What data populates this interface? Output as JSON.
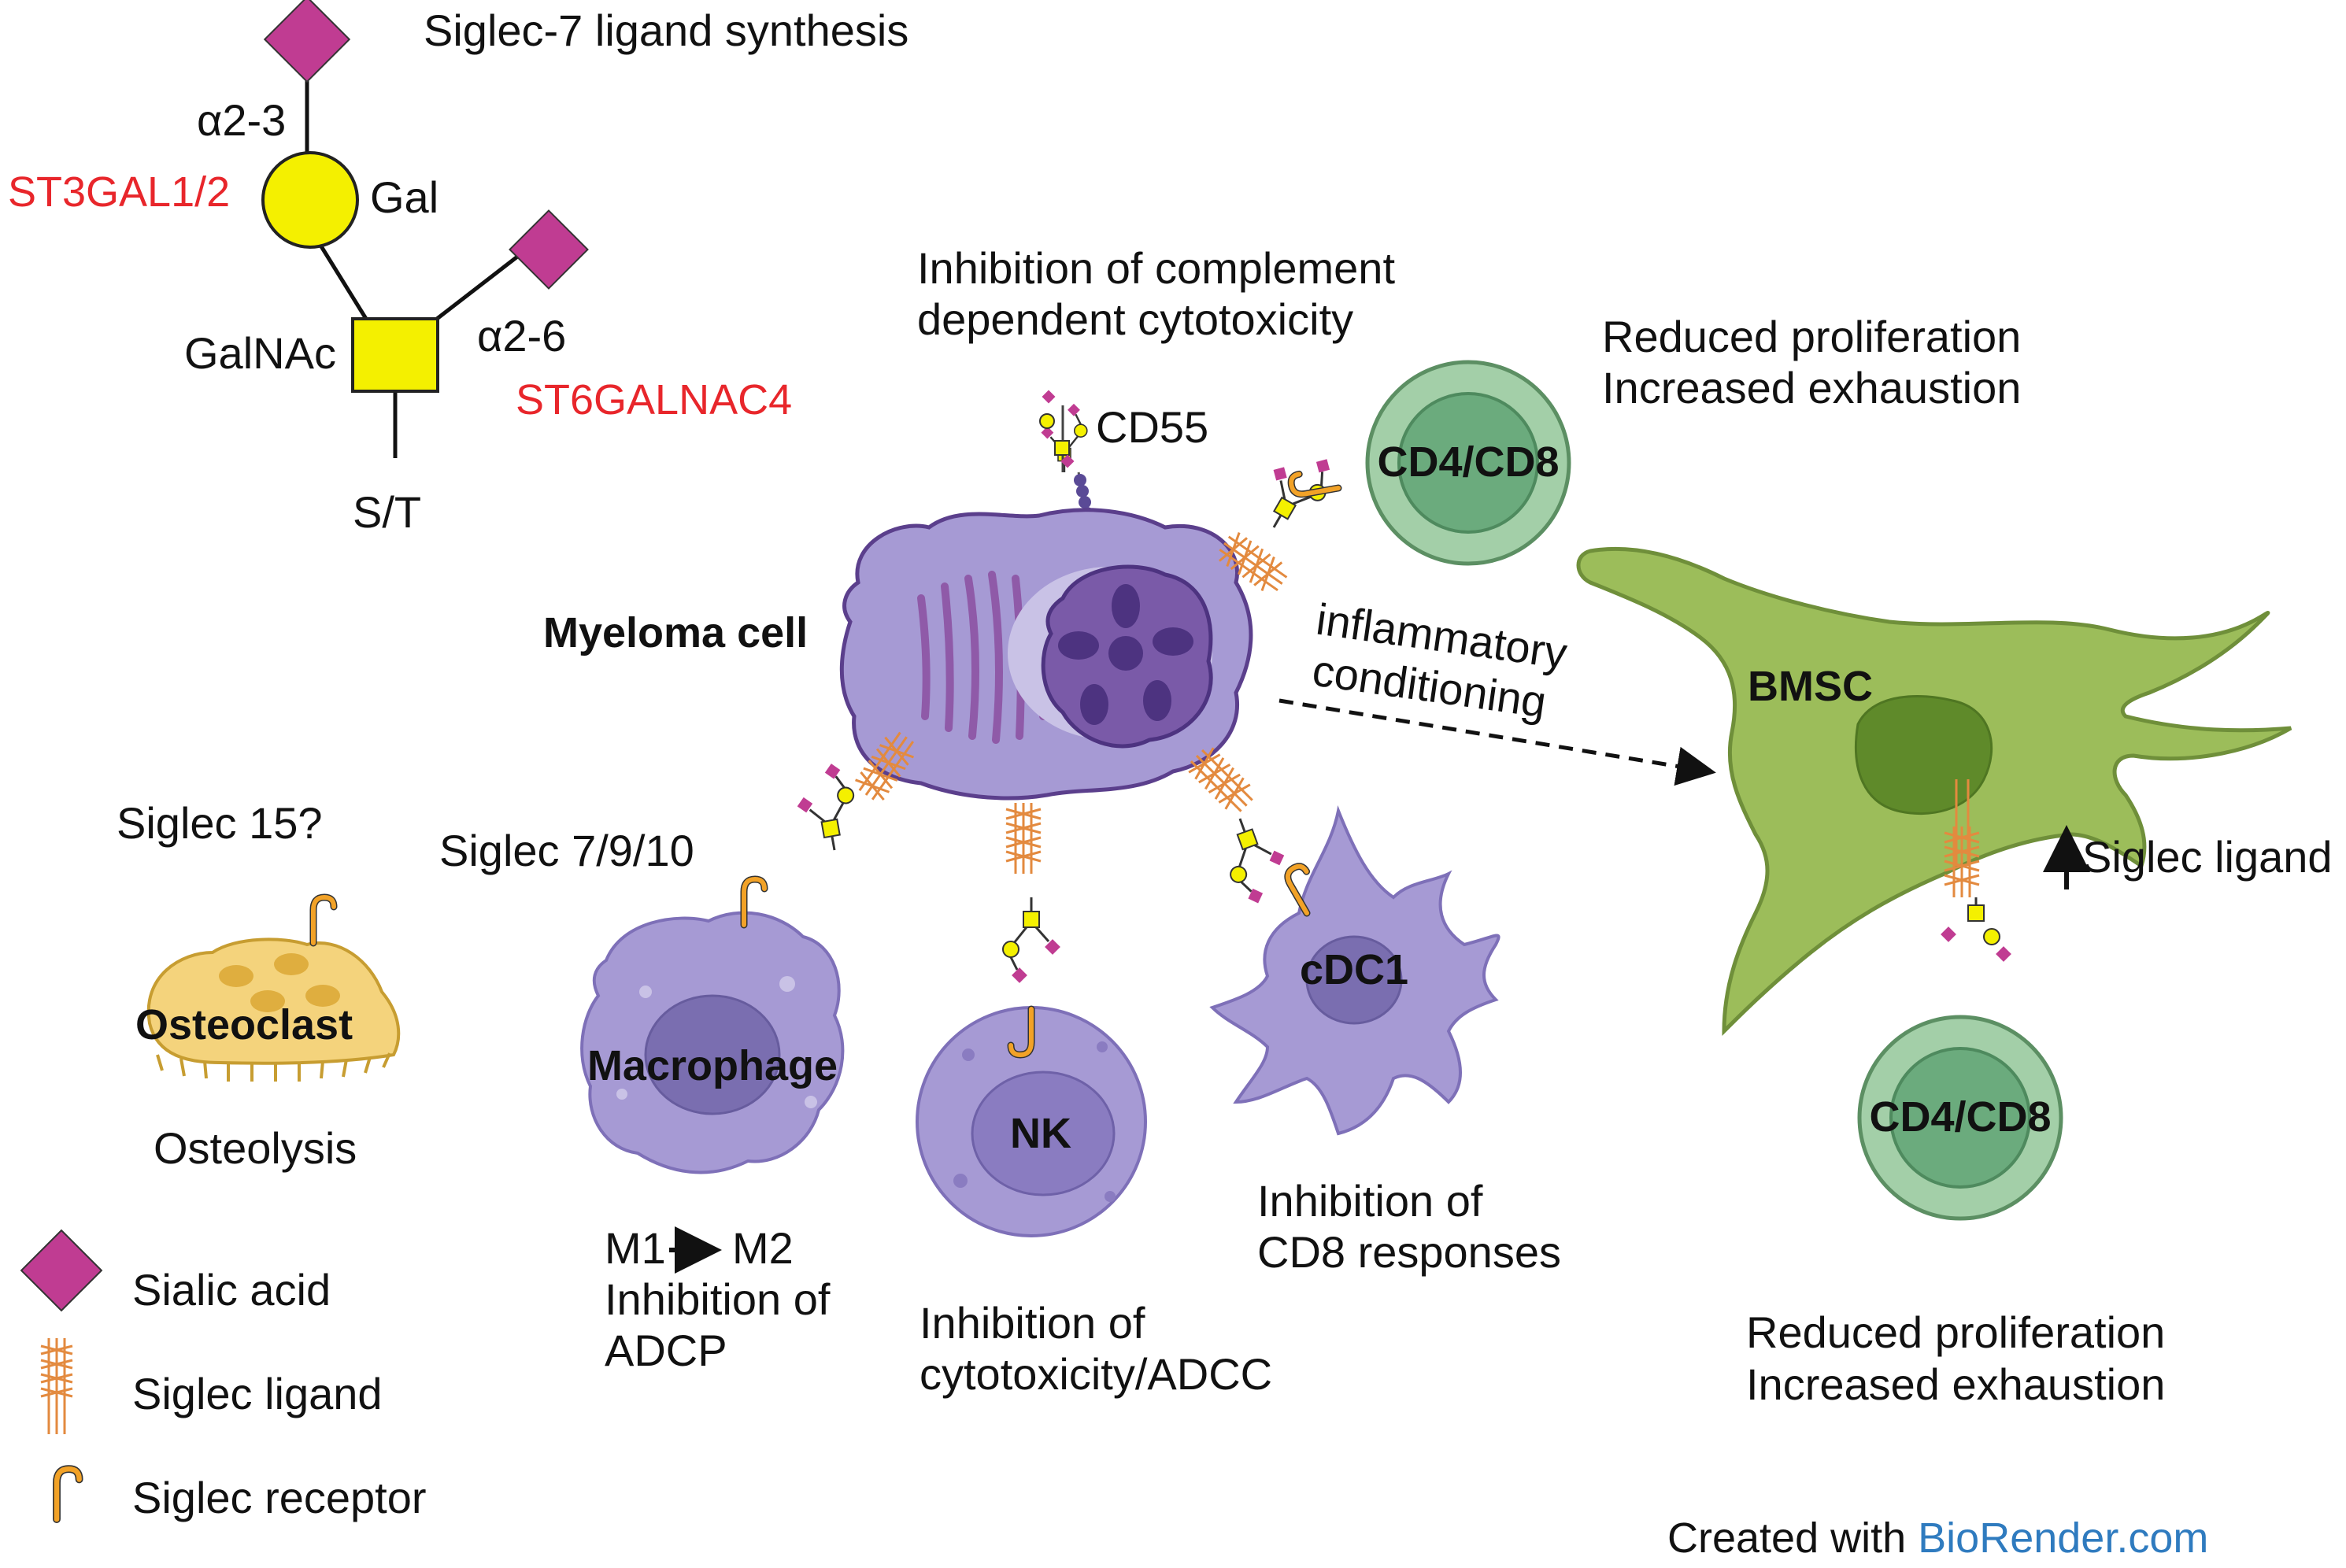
{
  "colors": {
    "sialic_acid": "#c03c92",
    "galactose": "#f4f000",
    "galnac": "#f4f000",
    "enzyme_text": "#e8262b",
    "biorender_link": "#2f7bbf",
    "myeloma": "#a69ad4",
    "t_cell": "#a3cfa8",
    "bmsc": "#9cbd5a",
    "osteoclast": "#f4d37c",
    "siglec_ligand": "#e38a3f",
    "siglec_receptor": "#f2a227"
  },
  "glycan": {
    "title": "Siglec-7 ligand synthesis",
    "a23": "α2-3",
    "enzyme1": "ST3GAL1/2",
    "gal": "Gal",
    "galnac": "GalNAc",
    "a26": "α2-6",
    "enzyme2": "ST6GALNAC4",
    "st": "S/T"
  },
  "complement": {
    "line1": "Inhibition of complement",
    "line2": "dependent cytotoxicity",
    "cd55": "CD55"
  },
  "tcell_top": {
    "label": "CD4/CD8",
    "line1": "Reduced proliferation",
    "line2": "Increased exhaustion"
  },
  "myeloma": {
    "label": "Myeloma cell"
  },
  "inflammatory": {
    "line1": "inflammatory",
    "line2": "conditioning"
  },
  "bmsc": {
    "label": "BMSC",
    "siglec_ligand": "Siglec ligand"
  },
  "osteoclast": {
    "question": "Siglec 15?",
    "label": "Osteoclast",
    "effect": "Osteolysis"
  },
  "siglec_receptors": "Siglec 7/9/10",
  "macrophage": {
    "label": "Macrophage",
    "m1": "M1",
    "m2": "M2",
    "effect1": "Inhibition of",
    "effect2": "ADCP"
  },
  "nk": {
    "label": "NK",
    "effect1": "Inhibition of",
    "effect2": "cytotoxicity/ADCC"
  },
  "cdc1": {
    "label": "cDC1",
    "effect1": "Inhibition of",
    "effect2": "CD8 responses"
  },
  "tcell_bottom": {
    "label": "CD4/CD8",
    "line1": "Reduced proliferation",
    "line2": "Increased exhaustion"
  },
  "legend": {
    "sialic_acid": "Sialic acid",
    "siglec_ligand": "Siglec ligand",
    "siglec_receptor": "Siglec receptor"
  },
  "credit": {
    "prefix": "Created with ",
    "link": "BioRender.com"
  }
}
